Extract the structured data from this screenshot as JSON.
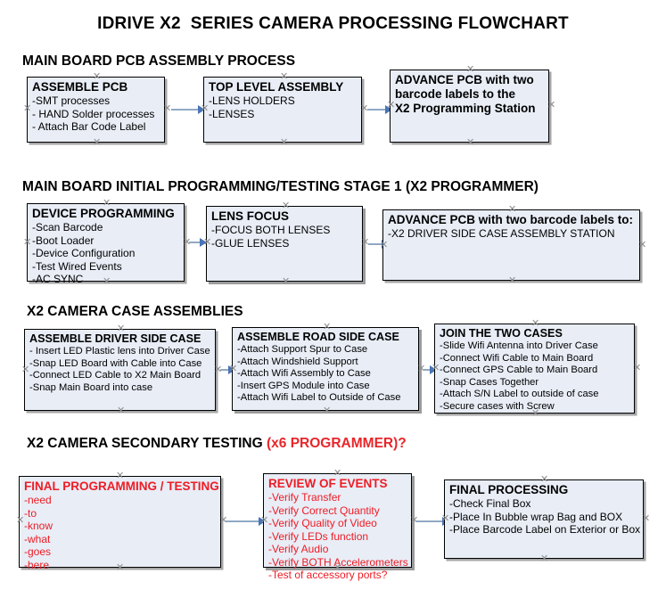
{
  "title": "IDRIVE X2  SERIES CAMERA PROCESSING FLOWCHART",
  "colors": {
    "box_fill": "#e8edf6",
    "box_border": "#000000",
    "box_shadow": "#a6a6a6",
    "arrow_line": "#8fa9c4",
    "arrow_head": "#4a74b5",
    "red_accent": "#ee1c25",
    "text": "#000000"
  },
  "sections": [
    {
      "heading": "MAIN BOARD PCB ASSEMBLY PROCESS",
      "heading_highlight": "",
      "boxes": [
        {
          "title": "ASSEMBLE PCB",
          "lines": [
            "-SMT processes",
            "- HAND Solder processes",
            "- Attach Bar Code Label"
          ]
        },
        {
          "title": "TOP LEVEL ASSEMBLY",
          "lines": [
            "-LENS HOLDERS",
            "-LENSES"
          ]
        },
        {
          "title": "ADVANCE PCB with two",
          "lines": [
            "barcode labels to the",
            " X2 Programming Station"
          ]
        }
      ]
    },
    {
      "heading": "MAIN BOARD INITIAL PROGRAMMING/TESTING STAGE 1 (X2 PROGRAMMER)",
      "heading_highlight": "",
      "boxes": [
        {
          "title": "DEVICE PROGRAMMING",
          "lines": [
            "-Scan Barcode",
            "-Boot Loader",
            "-Device Configuration",
            "-Test Wired Events",
            "-AC SYNC"
          ]
        },
        {
          "title": "LENS FOCUS",
          "lines": [
            "-FOCUS BOTH LENSES",
            "-GLUE LENSES"
          ]
        },
        {
          "title": "ADVANCE PCB with two barcode labels to:",
          "lines": [
            "-X2 DRIVER  SIDE  CASE  ASSEMBLY STATION"
          ]
        }
      ]
    },
    {
      "heading": "X2 CAMERA CASE ASSEMBLIES",
      "heading_highlight": "",
      "boxes": [
        {
          "title": "ASSEMBLE DRIVER SIDE CASE",
          "lines": [
            "- Insert LED Plastic lens into Driver Case",
            "-Snap LED Board with Cable into Case",
            "-Connect LED Cable to X2 Main Board",
            "-Snap Main Board into case"
          ]
        },
        {
          "title": "ASSEMBLE ROAD SIDE CASE",
          "lines": [
            "-Attach Support Spur to Case",
            "-Attach Windshield Support",
            "-Attach Wifi Assembly to Case",
            "-Insert GPS Module into Case",
            "-Attach Wifi Label to Outside of Case"
          ]
        },
        {
          "title": "JOIN THE TWO CASES",
          "lines": [
            "-Slide Wifi Antenna into Driver Case",
            "-Connect Wifi Cable to Main Board",
            "-Connect GPS Cable to Main Board",
            "-Snap Cases Together",
            "-Attach S/N Label to outside of case",
            "-Secure cases with Screw"
          ]
        }
      ]
    },
    {
      "heading": "X2 CAMERA SECONDARY TESTING ",
      "heading_highlight": "(x6 PROGRAMMER)?",
      "boxes": [
        {
          "title": "FINAL PROGRAMMING / TESTING",
          "lines": [
            "-need",
            "-to",
            "-know",
            "-what",
            "-goes",
            "-here"
          ]
        },
        {
          "title": "REVIEW OF EVENTS",
          "lines": [
            "-Verify Transfer",
            "-Verify Correct Quantity",
            "-Verify Quality of Video",
            "-Verify LEDs function",
            "-Verify Audio",
            "-Verify BOTH Accelerometers",
            "-Test of accessory ports?"
          ]
        },
        {
          "title": "FINAL PROCESSING",
          "lines": [
            " -Check Final Box",
            "-Place In Bubble wrap Bag and BOX",
            "-Place Barcode Label on Exterior or Box"
          ]
        }
      ]
    }
  ],
  "handle_glyph": "✕"
}
